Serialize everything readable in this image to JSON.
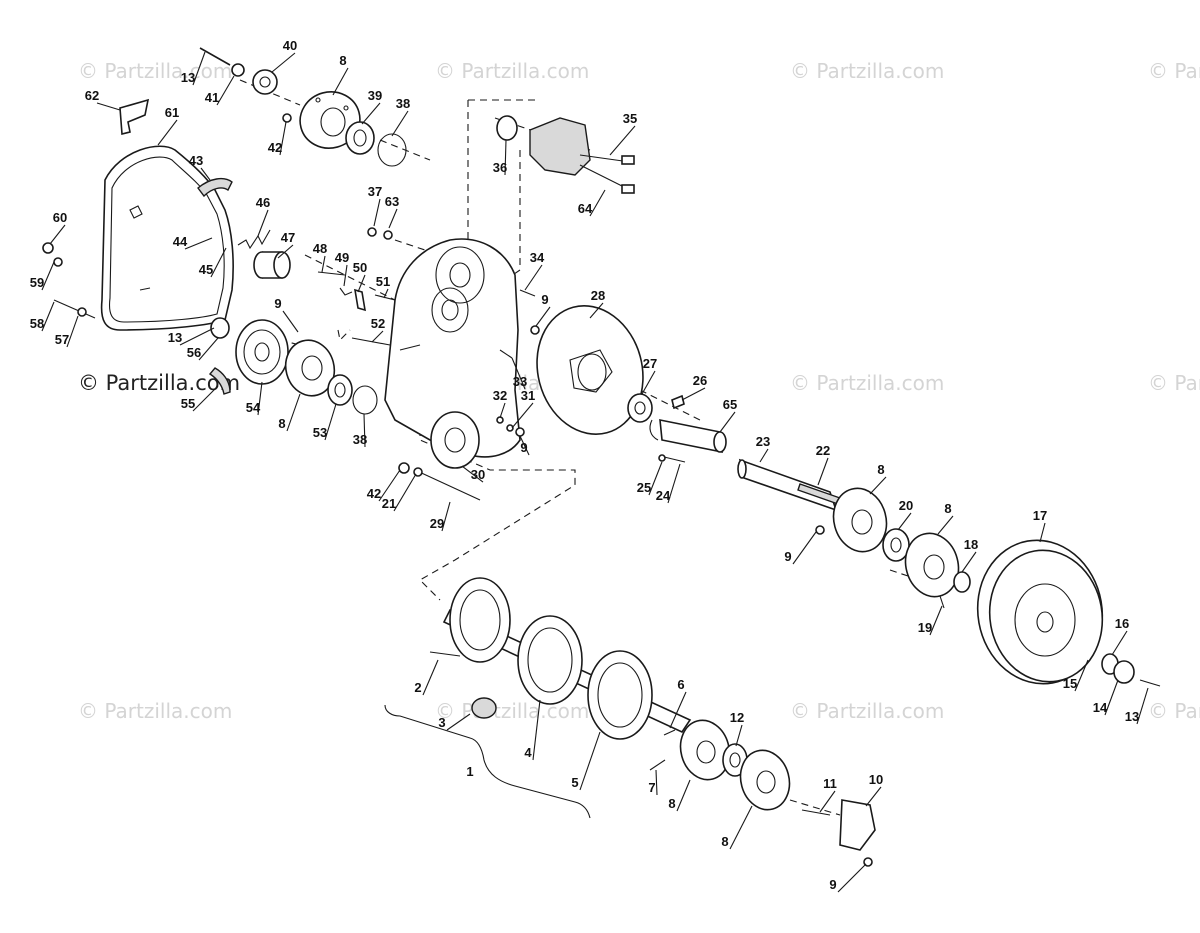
{
  "diagram": {
    "watermark": "© Partzilla.com",
    "labels": [
      "1",
      "2",
      "3",
      "4",
      "5",
      "6",
      "7",
      "8",
      "9",
      "10",
      "11",
      "12",
      "13",
      "14",
      "15",
      "16",
      "17",
      "18",
      "19",
      "20",
      "21",
      "22",
      "23",
      "24",
      "25",
      "26",
      "27",
      "28",
      "29",
      "30",
      "31",
      "32",
      "33",
      "34",
      "35",
      "36",
      "37",
      "38",
      "39",
      "40",
      "41",
      "42",
      "43",
      "44",
      "45",
      "46",
      "47",
      "48",
      "49",
      "50",
      "51",
      "52",
      "53",
      "54",
      "55",
      "56",
      "57",
      "58",
      "59",
      "60",
      "61",
      "62",
      "63",
      "64",
      "65"
    ]
  }
}
